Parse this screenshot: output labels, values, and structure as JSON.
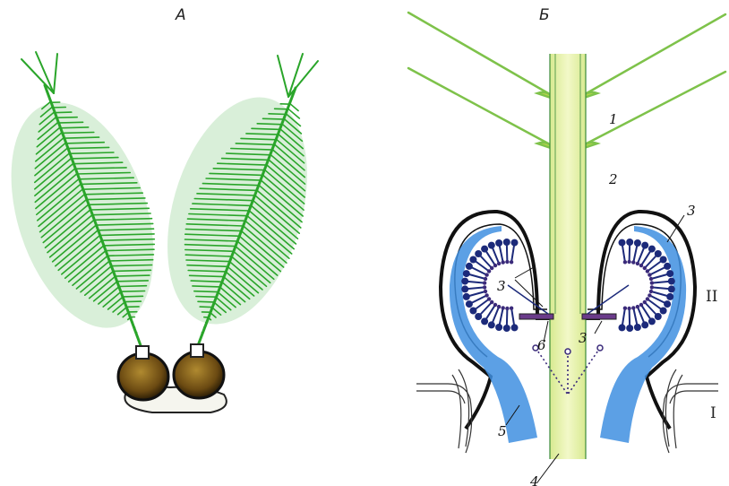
{
  "panels": {
    "a": {
      "letter": "А"
    },
    "b": {
      "letter": "Б"
    }
  },
  "labels": {
    "l1": "1",
    "l2": "2",
    "l3a": "3",
    "l3b": "3",
    "l3c": "3",
    "l4": "4",
    "l5": "5",
    "l6": "6",
    "segII": "II",
    "segI": "I"
  },
  "colors": {
    "antenna_green": "#2aa52a",
    "flagellum_pale": "#e4f0a0",
    "johnston_blue": "#3f8fe0",
    "sensilla_navy": "#1c2a7a",
    "scape_brown": "#6b4a12"
  },
  "icons": {
    "antenna": "feathery-plumose-antenna",
    "scape": "antennal-scape-bulb",
    "organ": "johnston-organ-section"
  }
}
